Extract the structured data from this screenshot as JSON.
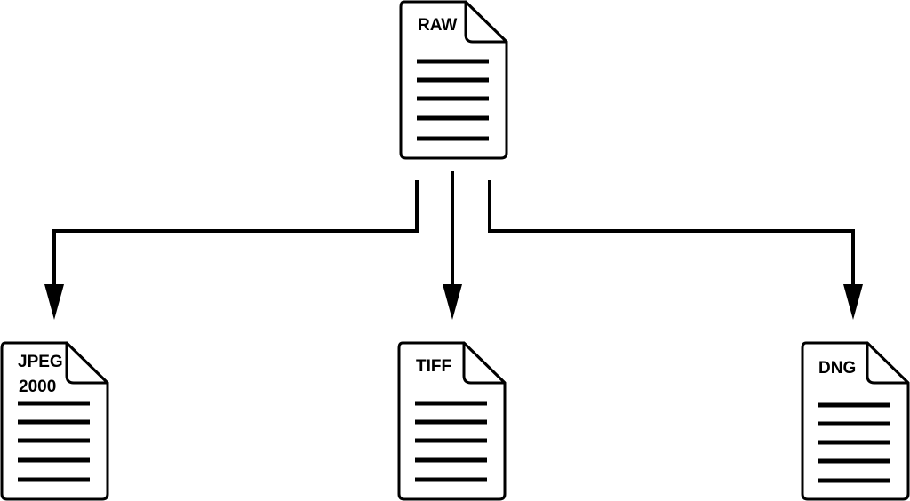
{
  "source": {
    "label": [
      "RAW"
    ]
  },
  "targets": [
    {
      "label": [
        "JPEG",
        "2000"
      ]
    },
    {
      "label": [
        "TIFF"
      ]
    },
    {
      "label": [
        "DNG"
      ]
    }
  ],
  "colors": {
    "stroke": "#000000",
    "fill": "#ffffff"
  }
}
